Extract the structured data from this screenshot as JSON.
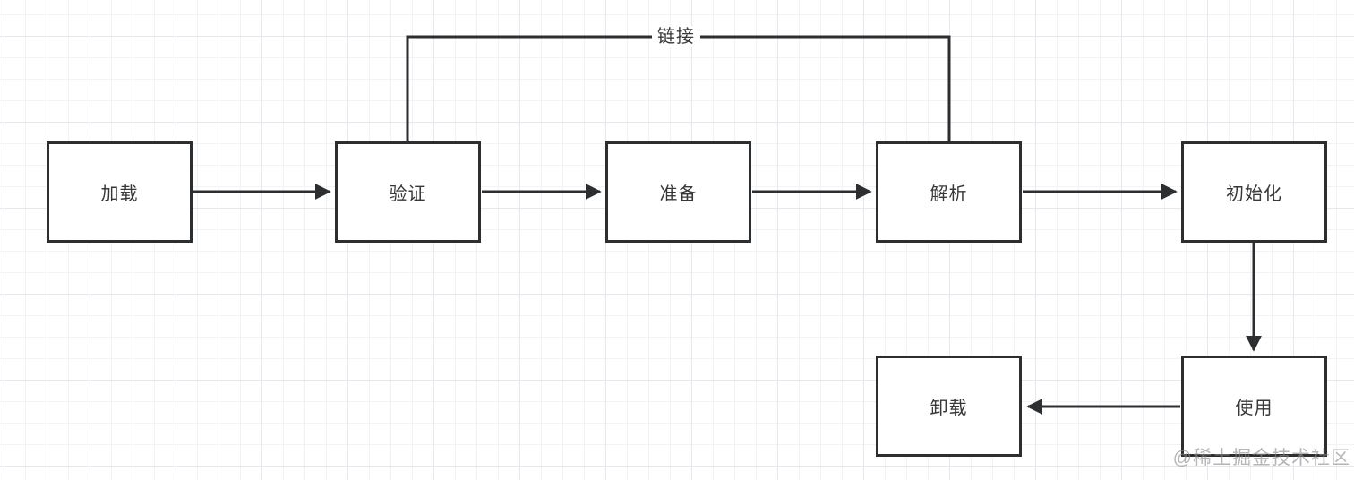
{
  "diagram": {
    "title_hint": "class-lifecycle-flowchart",
    "nodes": [
      {
        "id": "load",
        "label": "加载"
      },
      {
        "id": "verify",
        "label": "验证"
      },
      {
        "id": "prepare",
        "label": "准备"
      },
      {
        "id": "resolve",
        "label": "解析"
      },
      {
        "id": "initialize",
        "label": "初始化"
      },
      {
        "id": "unload",
        "label": "卸载"
      },
      {
        "id": "use",
        "label": "使用"
      }
    ],
    "edges": [
      {
        "from": "加载",
        "to": "验证",
        "type": "arrow"
      },
      {
        "from": "验证",
        "to": "准备",
        "type": "arrow"
      },
      {
        "from": "准备",
        "to": "解析",
        "type": "arrow"
      },
      {
        "from": "解析",
        "to": "初始化",
        "type": "arrow"
      },
      {
        "from": "初始化",
        "to": "使用",
        "type": "arrow"
      },
      {
        "from": "使用",
        "to": "卸载",
        "type": "arrow"
      },
      {
        "from": "验证",
        "to": "解析",
        "type": "bracket",
        "label": "链接"
      }
    ],
    "link_label": "链接",
    "watermark": "@稀土掘金技术社区",
    "colors": {
      "line": "#2d2e30",
      "box_border": "#2d2e30",
      "box_fill": "#ffffff",
      "text": "#383838",
      "grid_minor": "#f2f3f5",
      "grid_major": "#e7e8ec",
      "watermark": "#8a8a8a"
    }
  }
}
